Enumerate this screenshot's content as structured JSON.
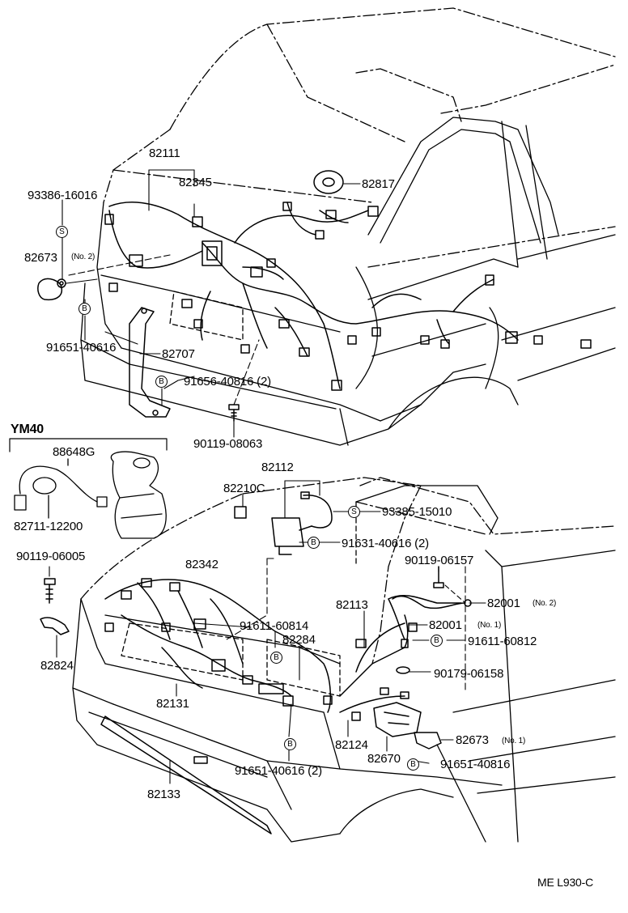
{
  "diagram": {
    "parts_upper": {
      "p82111": "82111",
      "p82345": "82345",
      "p82817": "82817",
      "p93386": "93386-16016",
      "p82673_2": "82673",
      "no2_a": "(No. 2)",
      "p91651_a": "91651-40616",
      "p82707": "82707",
      "p91656": "91656-40816 (2)",
      "p90119_08063": "90119-08063"
    },
    "variant": {
      "title": "YM40",
      "p88648g": "88648G",
      "p82711": "82711-12200"
    },
    "parts_lower": {
      "p82112": "82112",
      "p82210c": "82210C",
      "p93385": "93385-15010",
      "p91631": "91631-40616 (2)",
      "p90119_06157": "90119-06157",
      "p90119_06005": "90119-06005",
      "p82342": "82342",
      "p82001_2": "82001",
      "no2_b": "(No. 2)",
      "p82113": "82113",
      "p82001_1": "82001",
      "no1_a": "(No. 1)",
      "p91611_60814": "91611-60814",
      "p82284": "82284",
      "p91611_60812": "91611-60812",
      "p82824": "82824",
      "p90179": "90179-06158",
      "p82131": "82131",
      "p82673_1": "82673",
      "no1_b": "(No. 1)",
      "p82124": "82124",
      "p82670": "82670",
      "p91651_b": "91651-40816",
      "p91651_c": "91651-40616 (2)",
      "p82133": "82133"
    },
    "badges": {
      "s": "S",
      "b": "B"
    },
    "code": "ME L930-C"
  }
}
